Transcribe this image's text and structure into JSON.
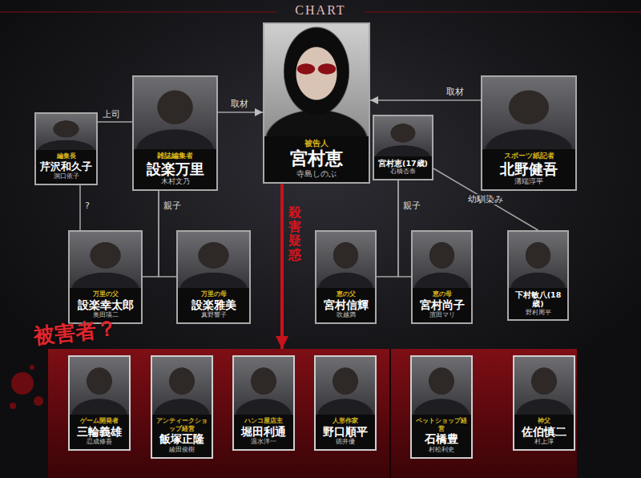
{
  "diagram": {
    "title": "CHART",
    "nodes": [
      {
        "text": [
          "被告人",
          "宮村恵",
          "寺島しのぶ"
        ]
      },
      {
        "text": [
          "雑誌編集者",
          "設楽万里",
          "木村文乃"
        ]
      },
      {
        "text": [
          "スポーツ紙記者",
          "北野健吾",
          "溝端淳平"
        ]
      },
      {
        "text": [
          "編集長",
          "芹沢和久子",
          "洞口依子"
        ]
      },
      {
        "text": [
          "宮村恵(17歳)",
          "石橋杏奈"
        ]
      },
      {
        "text": [
          "万里の父",
          "設楽幸太郎",
          "奥田瑛二"
        ]
      },
      {
        "text": [
          "万里の母",
          "設楽雅美",
          "真野響子"
        ]
      },
      {
        "text": [
          "恵の父",
          "宮村信輝",
          "吹越満"
        ]
      },
      {
        "text": [
          "恵の母",
          "宮村尚子",
          "濱田マリ"
        ]
      },
      {
        "text": [
          "下村敏八(18歳)",
          "野村周平"
        ]
      },
      {
        "text": [
          "被害者？"
        ]
      },
      {
        "text": [
          "ゲーム開発者",
          "三輪義雄",
          "忍成修吾"
        ],
        "in": 10
      },
      {
        "text": [
          "アンティークショップ経営",
          "飯塚正隆",
          "綾田俊樹"
        ],
        "in": 10
      },
      {
        "text": [
          "ハンコ屋店主",
          "堀田利通",
          "温水洋一"
        ],
        "in": 10
      },
      {
        "text": [
          "人形作家",
          "野口順平",
          "徳井優"
        ],
        "in": 10
      },
      {
        "text": [
          "ペットショップ経営",
          "石橋豊",
          "村松利史"
        ],
        "in": 10
      },
      {
        "text": [
          "神父",
          "佐伯慎二",
          "村上淳"
        ],
        "in": 10
      }
    ],
    "edges": [
      {
        "from": 3,
        "to": 1,
        "arrow": "none",
        "label": "上司"
      },
      {
        "from": 1,
        "to": 0,
        "arrow": "to",
        "label": "取材"
      },
      {
        "from": 2,
        "to": 0,
        "arrow": "to",
        "label": "取材"
      },
      {
        "from": 3,
        "to": 5,
        "arrow": "none",
        "label": "?"
      },
      {
        "from": 1,
        "to": 5,
        "arrow": "none",
        "label": "親子"
      },
      {
        "from": 1,
        "to": 6,
        "arrow": "none"
      },
      {
        "from": 4,
        "to": 7,
        "arrow": "none",
        "label": "親子"
      },
      {
        "from": 4,
        "to": 8,
        "arrow": "none"
      },
      {
        "from": 4,
        "to": 9,
        "arrow": "none",
        "label": "幼馴染み"
      },
      {
        "from": 0,
        "to": 10,
        "arrow": "to",
        "label": "殺害疑惑"
      }
    ]
  }
}
